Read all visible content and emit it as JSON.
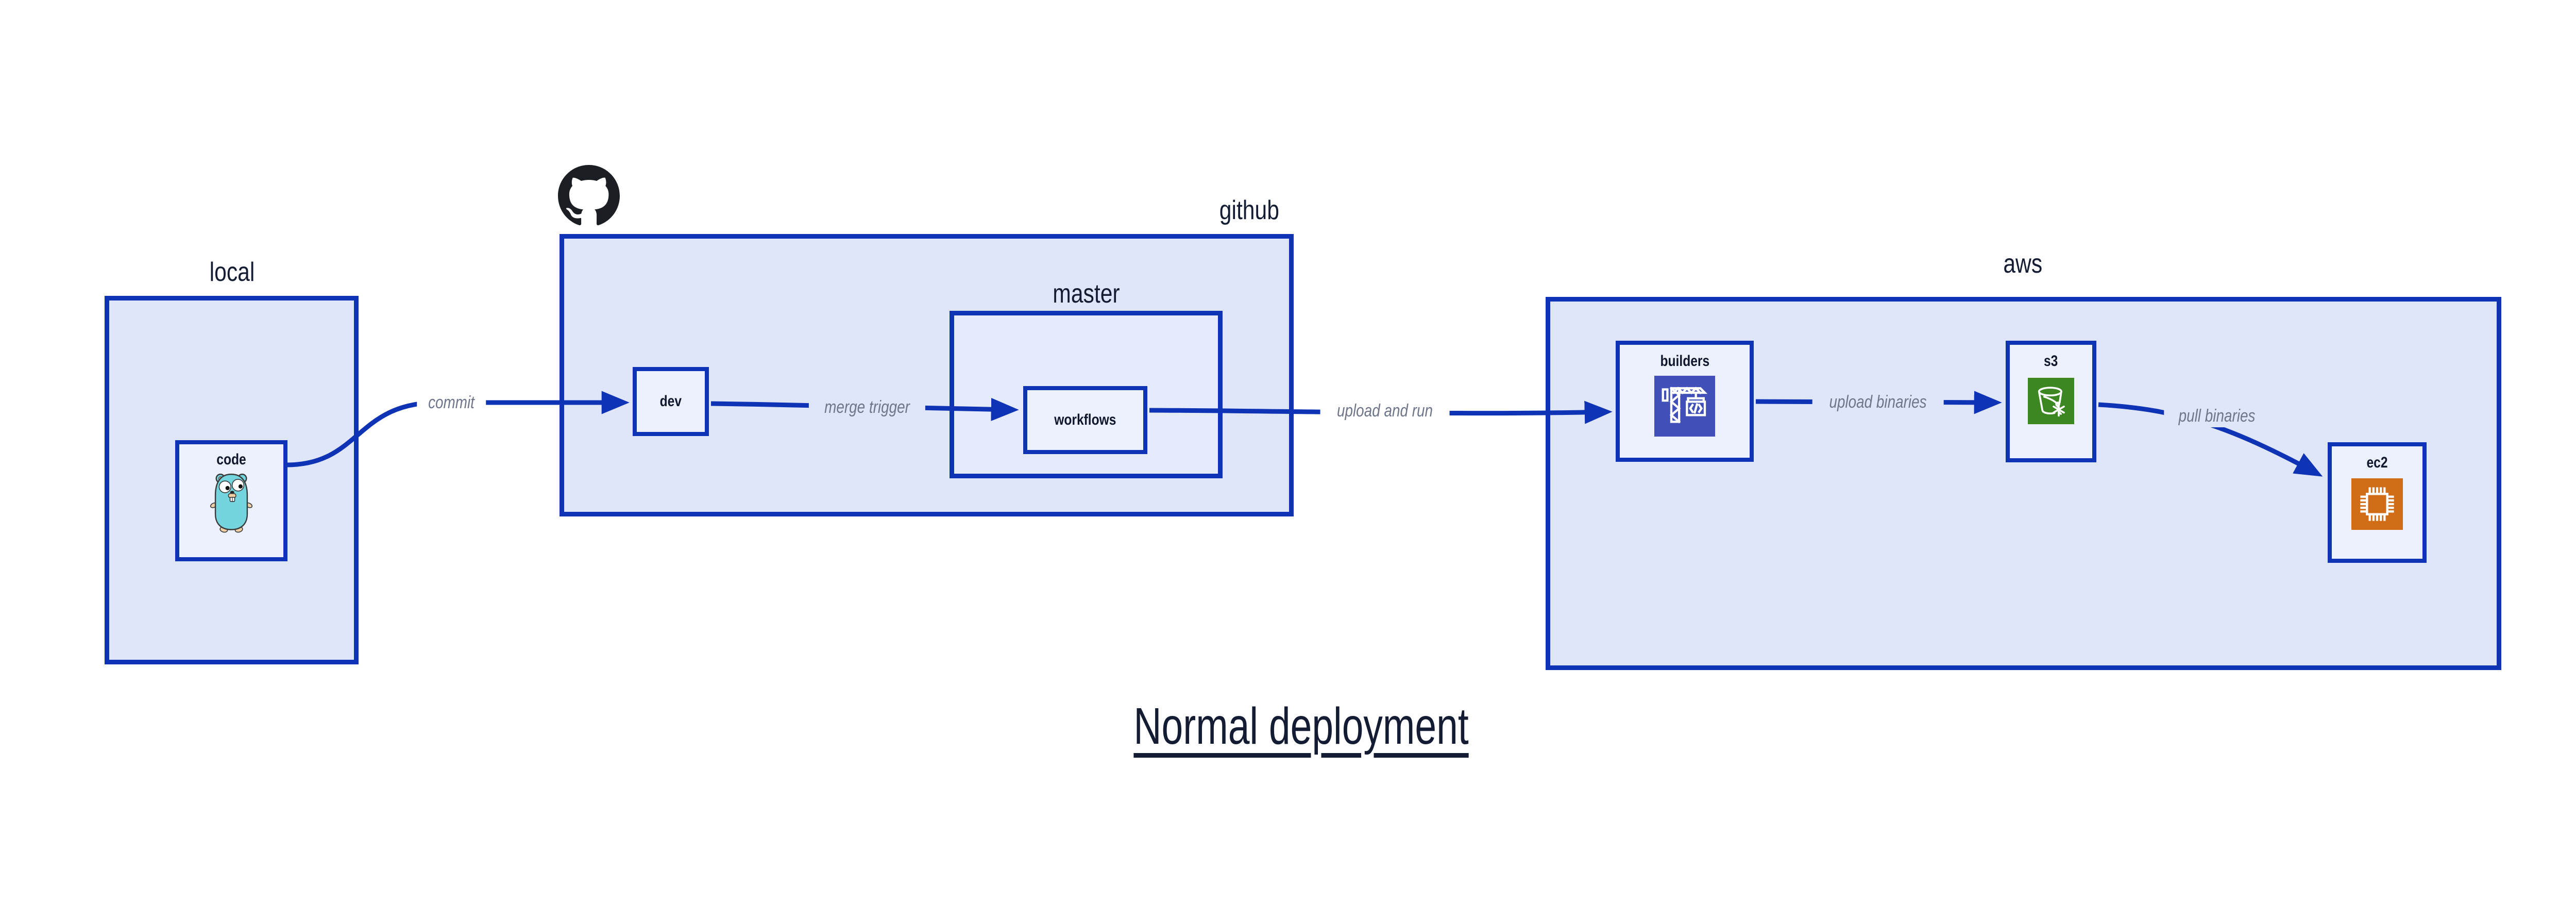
{
  "title": {
    "text": "Normal deployment"
  },
  "groups": {
    "local": {
      "label": "local"
    },
    "github": {
      "label": "github"
    },
    "master": {
      "label": "master"
    },
    "aws": {
      "label": "aws"
    }
  },
  "nodes": {
    "code": {
      "label": "code"
    },
    "dev": {
      "label": "dev"
    },
    "workflows": {
      "label": "workflows"
    },
    "builders": {
      "label": "builders"
    },
    "s3": {
      "label": "s3"
    },
    "ec2": {
      "label": "ec2"
    }
  },
  "edges": {
    "commit": {
      "label": "commit"
    },
    "merge_trigger": {
      "label": "merge trigger"
    },
    "upload_and_run": {
      "label": "upload and run"
    },
    "upload_binaries": {
      "label": "upload binaries"
    },
    "pull_binaries": {
      "label": "pull binaries"
    }
  },
  "icons": {
    "github_logo": "github-octocat-icon",
    "code": "go-gopher-icon",
    "builders": "crane-build-icon",
    "s3": "bucket-snowflake-icon",
    "ec2": "cpu-chip-icon"
  },
  "colors": {
    "edge_blue": "#0e33b4",
    "group_fill": "#e0e6fa",
    "master_fill": "#e6ebfb",
    "node_fill": "#edf1fd",
    "text_dark": "#10182e",
    "edge_label_gray": "#6f7689",
    "builders_icon_bg": "#4150b8",
    "s3_icon_bg": "#3c8722",
    "ec2_icon_bg": "#d16d16",
    "octocat_black": "#1b1f23",
    "gopher_teal": "#74d5df"
  }
}
